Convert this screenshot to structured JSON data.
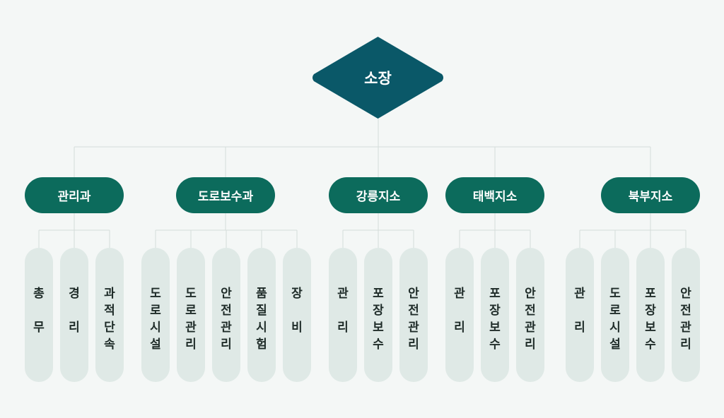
{
  "colors": {
    "background": "#f4f7f6",
    "root_fill": "#0a5868",
    "dept_fill": "#0c6b5c",
    "unit_fill": "#dfe9e6",
    "line": "#d4dcda"
  },
  "root": {
    "label": "소장"
  },
  "departments": [
    {
      "label": "관리과",
      "units": [
        "총 무",
        "경 리",
        "과적단속"
      ]
    },
    {
      "label": "도로보수과",
      "units": [
        "도로시설",
        "도로관리",
        "안전관리",
        "품질시험",
        "장 비"
      ]
    },
    {
      "label": "강릉지소",
      "units": [
        "관 리",
        "포장보수",
        "안전관리"
      ]
    },
    {
      "label": "태백지소",
      "units": [
        "관 리",
        "포장보수",
        "안전관리"
      ]
    },
    {
      "label": "북부지소",
      "units": [
        "관 리",
        "도로시설",
        "포장보수",
        "안전관리"
      ]
    }
  ]
}
